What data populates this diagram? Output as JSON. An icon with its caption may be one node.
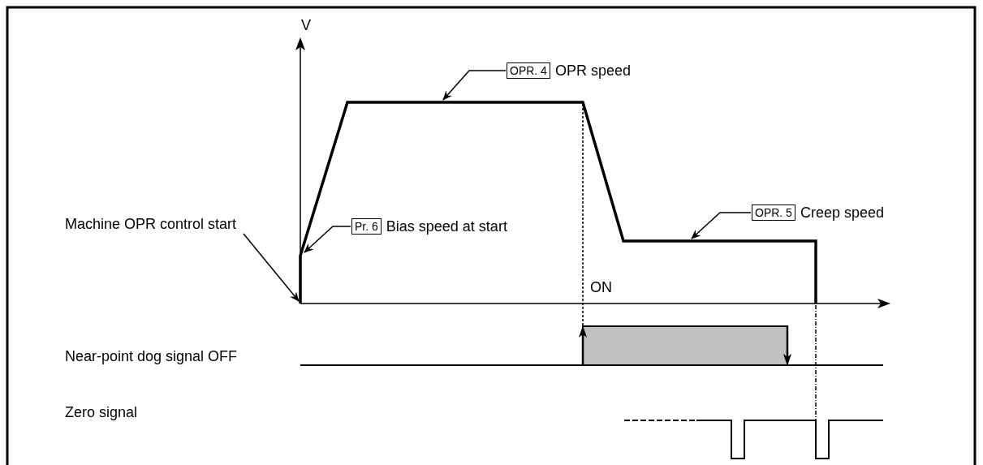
{
  "diagram": {
    "nodes": [
      {
        "text": [
          "Machine OPR control start"
        ]
      },
      {
        "text": [
          "OPR. 4",
          "OPR speed"
        ]
      },
      {
        "text": [
          "Pr. 6",
          "Bias speed at start"
        ]
      },
      {
        "text": [
          "OPR. 5",
          "Creep speed"
        ]
      }
    ],
    "edges": [
      {
        "from": 0,
        "to": null,
        "arrow": "to"
      },
      {
        "from": 1,
        "to": null,
        "arrow": "to"
      },
      {
        "from": 2,
        "to": null,
        "arrow": "to"
      },
      {
        "from": 3,
        "to": null,
        "arrow": "to"
      }
    ],
    "labels": [
      "V",
      "ON",
      "Near-point dog signal OFF",
      "Zero signal"
    ]
  }
}
